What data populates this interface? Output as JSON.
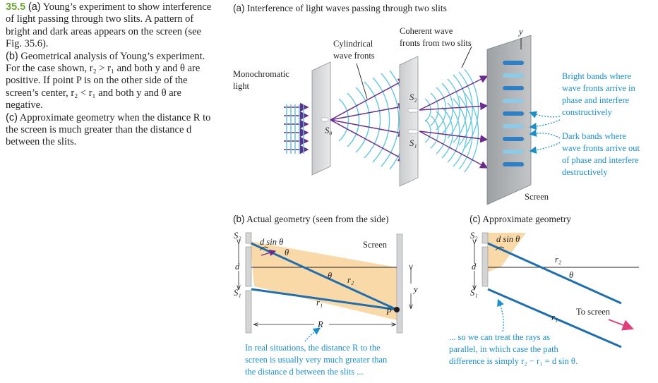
{
  "caption": {
    "figure_number": "35.5",
    "part_a_label": "(a)",
    "part_a_text": "Young’s experiment to show interference of light passing through two slits. A pattern of bright and dark areas appears on the screen (see Fig. 35.6).",
    "part_b_label": "(b)",
    "part_b_text": "Geometrical analysis of Young’s experiment. For the case shown, r₂ > r₁ and both y and θ are positive. If point P is on the other side of the screen’s center, r₂ < r₁ and both y and θ are negative.",
    "part_c_label": "(c)",
    "part_c_text": "Approximate geometry when the distance R to the screen is much greater than the distance d between the slits."
  },
  "panel_a": {
    "title_label": "(a)",
    "title": "Interference of light waves passing through two slits",
    "monochromatic": "Monochromatic",
    "light": "light",
    "cylindrical": "Cylindrical",
    "wave_fronts": "wave fronts",
    "coherent_1": "Coherent wave",
    "coherent_2": "fronts from two slits",
    "y": "y",
    "s0": "S₀",
    "s1": "S₁",
    "s2": "S₂",
    "bright_1": "Bright bands where",
    "bright_2": "wave fronts arrive in",
    "bright_3": "phase and interfere",
    "bright_4": "constructively",
    "dark_1": "Dark bands where",
    "dark_2": "wave fronts arrive out",
    "dark_3": "of phase and interfere",
    "dark_4": "destructively",
    "screen": "Screen"
  },
  "panel_b": {
    "title_label": "(b)",
    "title": "Actual geometry (seen from the side)",
    "s2": "S₂",
    "s1": "S₁",
    "dsin": "d sin θ",
    "theta": "θ",
    "d": "d",
    "screen": "Screen",
    "theta2": "θ",
    "r2": "r₂",
    "y": "y",
    "r1": "r₁",
    "p": "P",
    "r": "R",
    "note_1": "In real situations, the distance R to the",
    "note_2": "screen is usually very much greater than",
    "note_3": "the distance d between the slits ..."
  },
  "panel_c": {
    "title_label": "(c)",
    "title": "Approximate geometry",
    "s2": "S₂",
    "s1": "S₁",
    "dsin": "d sin θ",
    "d": "d",
    "r2": "r₂",
    "theta": "θ",
    "r1": "r₁",
    "to_screen": "To screen",
    "note_1": "... so we can treat the rays as",
    "note_2": "parallel, in which case the path",
    "note_3": "difference is simply r₂ − r₁ = d sin θ."
  },
  "colors": {
    "accent_green": "#6aa536",
    "ray_blue": "#1f6fae",
    "label_blue": "#1a8fc9",
    "arrow_purple": "#6a2c8c",
    "wave_cyan": "#5fc6e0",
    "band_blue": "#2f7fc4",
    "shade_tan": "#f9d9a8",
    "pink_arrow": "#e0407a"
  }
}
